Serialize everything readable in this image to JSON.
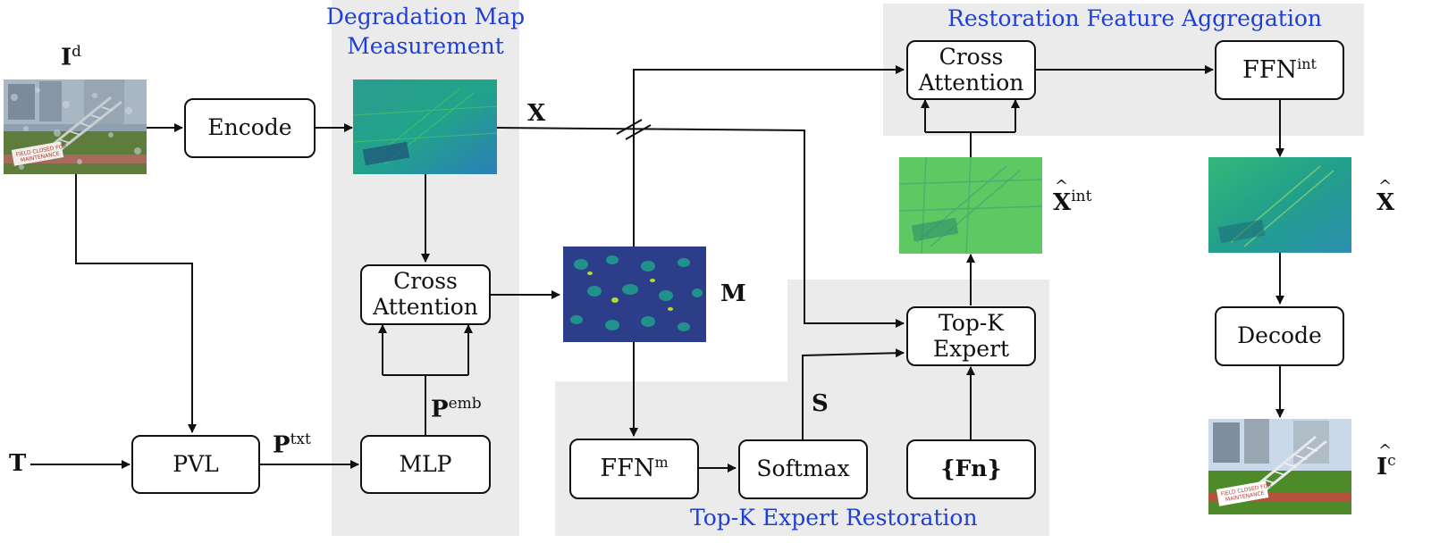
{
  "regions": {
    "degradation": "Degradation Map Measurement",
    "aggregation": "Restoration Feature Aggregation",
    "topk": "Top-K Expert Restoration"
  },
  "boxes": {
    "encode": "Encode",
    "cross1_line1": "Cross",
    "cross1_line2": "Attention",
    "cross2_line1": "Cross",
    "cross2_line2": "Attention",
    "pvl": "PVL",
    "mlp": "MLP",
    "ffn_m_base": "FFN",
    "ffn_m_sup": "m",
    "softmax": "Softmax",
    "experts": "{Fn}",
    "topk_line1": "Top-K",
    "topk_line2": "Expert",
    "ffn_int_base": "FFN",
    "ffn_int_sup": "int",
    "decode": "Decode"
  },
  "labels": {
    "Id_base": "I",
    "Id_sup": "d",
    "T": "T",
    "Ptxt_base": "P",
    "Ptxt_sup": "txt",
    "Pemb_base": "P",
    "Pemb_sup": "emb",
    "X": "X",
    "M": "M",
    "S": "S",
    "Xint_base": "X",
    "Xint_sup": "int",
    "Xhat_base": "X",
    "Ic_base": "I",
    "Ic_sup": "c"
  },
  "images": {
    "input": "degraded-input-photo",
    "feature_x": "encoded-feature-map",
    "map_m": "degradation-map",
    "feature_xint": "intermediate-feature-map",
    "feature_xhat": "aggregated-feature-map",
    "output": "restored-output-photo",
    "sign_text": "FIELD CLOSED FOR MAINTENANCE"
  },
  "colors": {
    "region_fill": "#ebebeb",
    "region_title": "#1f3fd6",
    "line": "#111111"
  }
}
